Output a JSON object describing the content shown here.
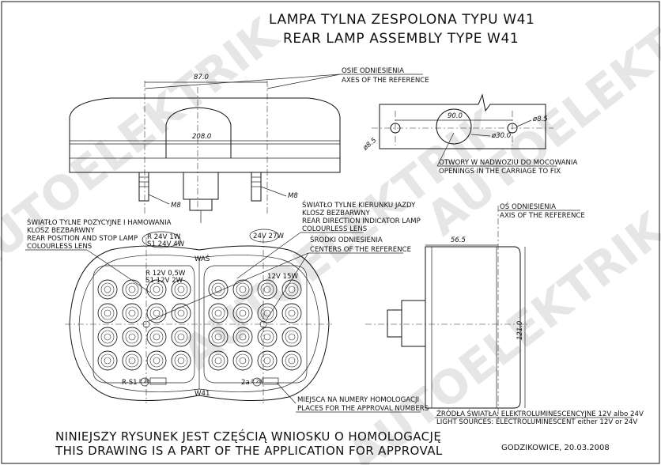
{
  "title": {
    "line1": "LAMPA TYLNA ZESPOLONA TYPU W41",
    "line2": "REAR LAMP ASSEMBLY TYPE W41"
  },
  "watermark": "AUTOELEKTRIK",
  "dimensions": {
    "axis_spacing": "87.0",
    "overall_width": "208.0",
    "hole_spacing": "90.0",
    "hole_dia_right": "ø8.5",
    "hole_dia_left": "ø8.5",
    "center_dia": "ø30.0",
    "depth": "56.5",
    "height": "121.0",
    "thread_left": "M8",
    "thread_right": "M8"
  },
  "annotations": {
    "axes_ref_pl": "OSIE ODNIESIENIA",
    "axes_ref_en": "AXES OF THE REFERENCE",
    "openings_pl": "OTWORY W NADWOZIU DO MOCOWANIA",
    "openings_en": "OPENINGS IN THE CARRIAGE TO FIX",
    "rear_pos_pl1": "ŚWIATŁO TYLNE POZYCYJNE I HAMOWANIA",
    "rear_pos_pl2": "KLOSZ BEZBARWNY",
    "rear_pos_en1": "REAR POSITION AND STOP LAMP",
    "rear_pos_en2": "COLOURLESS LENS",
    "rear_dir_pl1": "ŚWIATŁO TYLNE KIERUNKU JAZDY",
    "rear_dir_pl2": "KLOSZ BEZBARWNY",
    "rear_dir_en1": "REAR DIRECTION INDICATOR LAMP",
    "rear_dir_en2": "COLOURLESS LENS",
    "centers_pl": "ŚRODKI ODNIESIENIA",
    "centers_en": "CENTERS OF THE REFERENCE",
    "axis_ref_pl": "OŚ ODNIESIENIA",
    "axis_ref_en": "AXIS OF THE REFERENCE",
    "approval_pl": "MIEJSCA NA NUMERY HOMOLOGACJI",
    "approval_en": "PLACES FOR THE APPROVAL NUMBERS",
    "source_pl": "ŹRÓDŁA ŚWIATŁA: ELEKTROLUMINESCENCYJNE 12V albo 24V",
    "source_en": "LIGHT SOURCES: ELECTROLUMINESCENT either 12V or 24V"
  },
  "lamp_marks": {
    "left_r": "R  24V  1W",
    "left_s1": "S1  24V  4W",
    "left_r12": "R  12V  0,5W",
    "left_s12": "S1  12V  2W",
    "right_v24": "24V  27W",
    "right_v12": "12V  15W",
    "was": "WAŚ",
    "model": "W41",
    "left_code": "R-S1",
    "right_code": "2a",
    "e_mark": "E 20"
  },
  "footer": {
    "note_pl": "NINIEJSZY RYSUNEK JEST CZĘŚCIĄ WNIOSKU O HOMOLOGACJĘ",
    "note_en": "THIS DRAWING IS A PART OF THE APPLICATION FOR APPROVAL",
    "place_date": "GODZIKOWICE, 20.03.2008"
  }
}
